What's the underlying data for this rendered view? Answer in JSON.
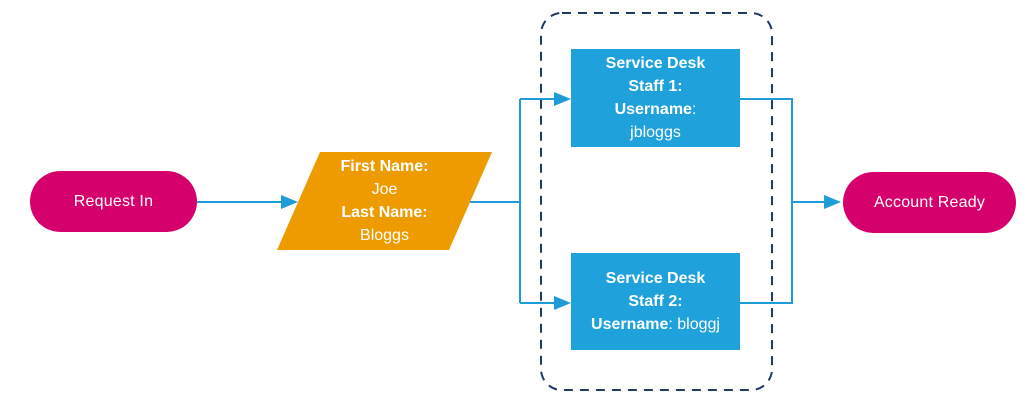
{
  "colors": {
    "terminator": "#d6006c",
    "form": "#ee9b00",
    "staff_box": "#1fa1db",
    "connector": "#1e9cd7",
    "container_border": "#203864",
    "shape_text": "#ffffff",
    "background": "#ffffff"
  },
  "diagram": {
    "start_node": {
      "label": "Request In"
    },
    "form_node": {
      "first_name_label": "First Name:",
      "first_name_value": "Joe",
      "last_name_label": "Last Name:",
      "last_name_value": "Bloggs"
    },
    "staff_group": {
      "staff1": {
        "line1": "Service Desk",
        "line2": "Staff 1:",
        "username_label": "Username",
        "username_separator": ":",
        "username_value": "jbloggs"
      },
      "staff2": {
        "line1": "Service Desk",
        "line2": "Staff 2:",
        "username_label": "Username",
        "username_separator": ": ",
        "username_value": "bloggj"
      }
    },
    "end_node": {
      "label": "Account Ready"
    }
  }
}
